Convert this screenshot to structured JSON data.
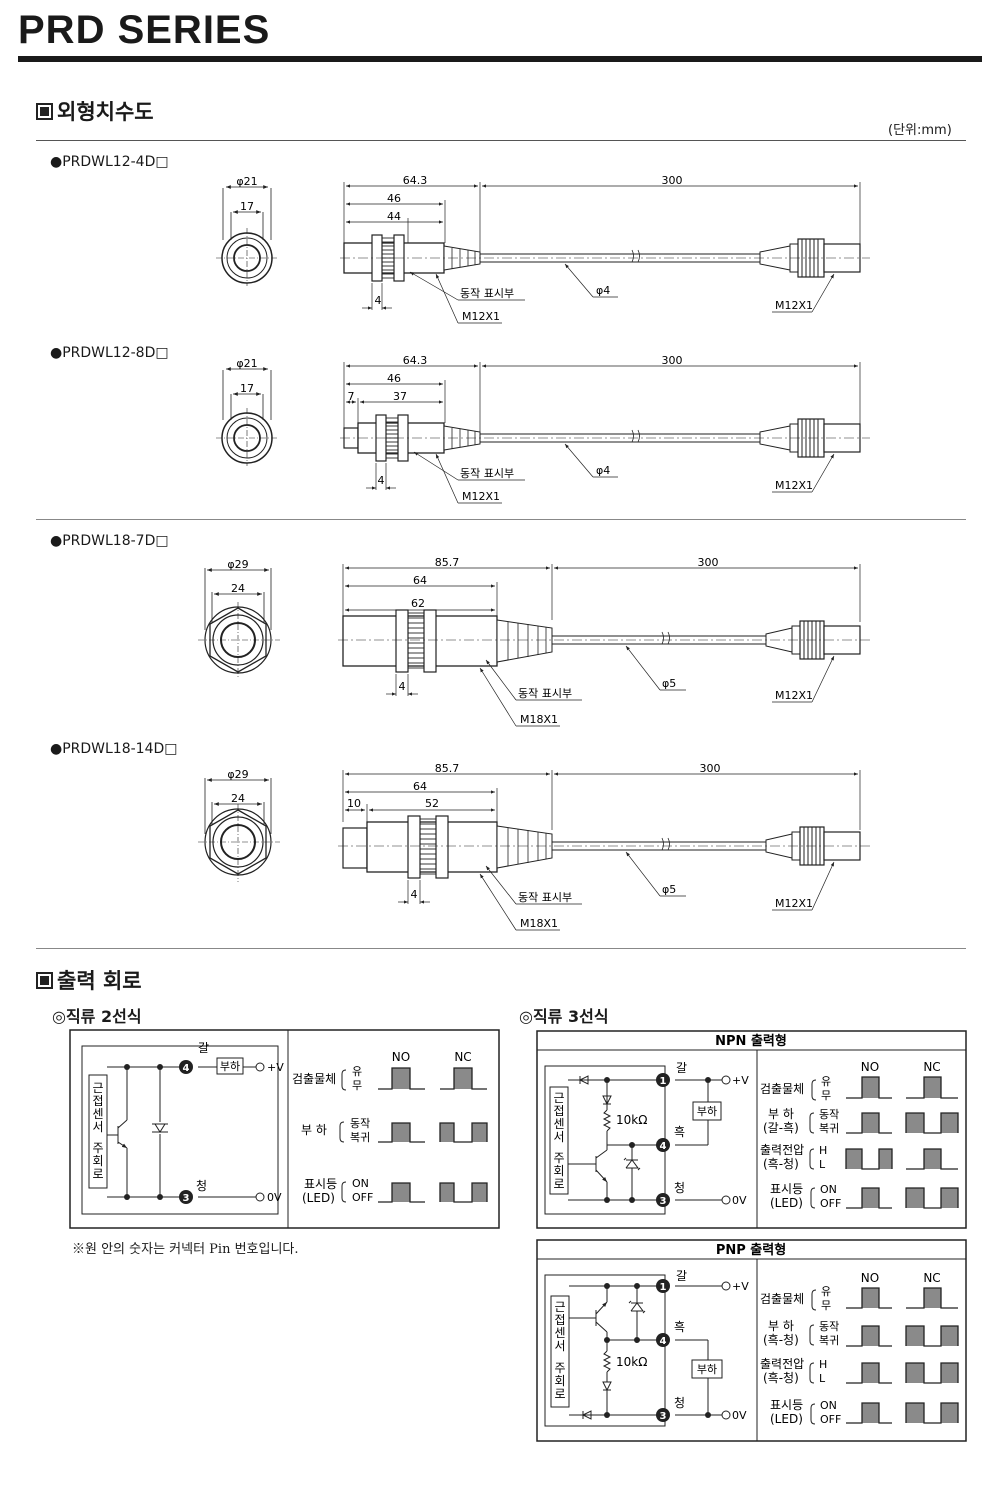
{
  "page": {
    "title": "PRD SERIES",
    "dimensions_heading": "외형치수도",
    "unit_label": "(단위:mm)",
    "output_heading": "출력 회로"
  },
  "models": [
    {
      "name": "●PRDWL12-4D□",
      "outer_dia": "φ21",
      "inner_dia": "17",
      "overall": "64.3",
      "body": "46",
      "thread": "44",
      "offset": "",
      "nut": "4",
      "cable_len": "300",
      "cable_dia": "φ4",
      "indicator": "동작 표시부",
      "thread_size": "M12X1",
      "connector": "M12X1"
    },
    {
      "name": "●PRDWL12-8D□",
      "outer_dia": "φ21",
      "inner_dia": "17",
      "overall": "64.3",
      "body": "46",
      "thread": "37",
      "offset": "7",
      "nut": "4",
      "cable_len": "300",
      "cable_dia": "φ4",
      "indicator": "동작 표시부",
      "thread_size": "M12X1",
      "connector": "M12X1"
    },
    {
      "name": "●PRDWL18-7D□",
      "outer_dia": "φ29",
      "inner_dia": "24",
      "overall": "85.7",
      "body": "64",
      "thread": "62",
      "offset": "",
      "nut": "4",
      "cable_len": "300",
      "cable_dia": "φ5",
      "indicator": "동작 표시부",
      "thread_size": "M18X1",
      "connector": "M12X1"
    },
    {
      "name": "●PRDWL18-14D□",
      "outer_dia": "φ29",
      "inner_dia": "24",
      "overall": "85.7",
      "body": "64",
      "thread": "52",
      "offset": "10",
      "nut": "4",
      "cable_len": "300",
      "cable_dia": "φ5",
      "indicator": "동작 표시부",
      "thread_size": "M18X1",
      "connector": "M12X1"
    }
  ],
  "circuits": {
    "dc2": {
      "heading": "◎직류 2선식",
      "sensor_label": [
        "근",
        "접",
        "센",
        "서",
        "주",
        "회",
        "로"
      ],
      "pin_top": "4",
      "pin_bottom": "3",
      "wire_top": "갈",
      "wire_bottom": "청",
      "load": "부하",
      "vplus": "+V",
      "zero": "0V",
      "col_no": "NO",
      "col_nc": "NC",
      "row1_label": "검출물체",
      "row1_states": [
        "유",
        "무"
      ],
      "row2_label": "부  하",
      "row2_states": [
        "동작",
        "복귀"
      ],
      "row3_label": "표시등",
      "row3_sub": "(LED)",
      "row3_states": [
        "ON",
        "OFF"
      ],
      "note": "※원 안의 숫자는 커넥터 Pin 번호입니다."
    },
    "dc3_heading": "◎직류 3선식",
    "npn": {
      "title": "NPN 출력형",
      "sensor_label": [
        "근",
        "접",
        "센",
        "서",
        "주",
        "회",
        "로"
      ],
      "pin1": "1",
      "pin4": "4",
      "pin3": "3",
      "wire1": "갈",
      "wire4": "흑",
      "wire3": "청",
      "load": "부하",
      "resistor": "10kΩ",
      "vplus": "+V",
      "zero": "0V",
      "col_no": "NO",
      "col_nc": "NC",
      "row1_label": "검출물체",
      "row1_states": [
        "유",
        "무"
      ],
      "row2_label": "부  하",
      "row2_sub": "(갈-흑)",
      "row2_states": [
        "동작",
        "복귀"
      ],
      "row3_label": "출력전압",
      "row3_sub": "(흑-청)",
      "row3_states": [
        "H",
        "L"
      ],
      "row4_label": "표시등",
      "row4_sub": "(LED)",
      "row4_states": [
        "ON",
        "OFF"
      ]
    },
    "pnp": {
      "title": "PNP 출력형",
      "sensor_label": [
        "근",
        "접",
        "센",
        "서",
        "주",
        "회",
        "로"
      ],
      "pin1": "1",
      "pin4": "4",
      "pin3": "3",
      "wire1": "갈",
      "wire4": "흑",
      "wire3": "청",
      "load": "부하",
      "resistor": "10kΩ",
      "vplus": "+V",
      "zero": "0V",
      "col_no": "NO",
      "col_nc": "NC",
      "row1_label": "검출물체",
      "row1_states": [
        "유",
        "무"
      ],
      "row2_label": "부  하",
      "row2_sub": "(흑-청)",
      "row2_states": [
        "동작",
        "복귀"
      ],
      "row3_label": "출력전압",
      "row3_sub": "(흑-청)",
      "row3_states": [
        "H",
        "L"
      ],
      "row4_label": "표시등",
      "row4_sub": "(LED)",
      "row4_states": [
        "ON",
        "OFF"
      ]
    }
  },
  "colors": {
    "ink": "#1a1a1a",
    "pulse_fill": "#8a8a8a"
  }
}
